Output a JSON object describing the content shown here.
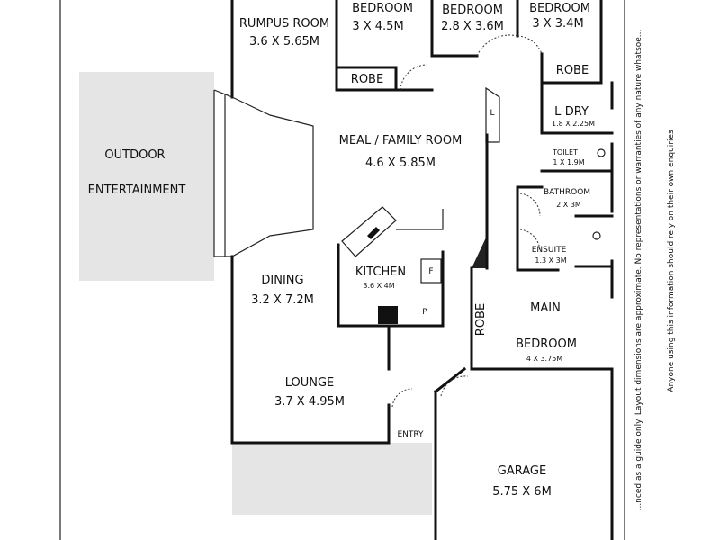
{
  "rooms": {
    "rumpus": {
      "name": "RUMPUS ROOM",
      "dims": "3.6 X 5.65M"
    },
    "bedroom1": {
      "name": "BEDROOM",
      "dims": "3 X 4.5M"
    },
    "bedroom2": {
      "name": "BEDROOM",
      "dims": "2.8 X 3.6M"
    },
    "bedroom3": {
      "name": "BEDROOM",
      "dims": "3 X 3.4M"
    },
    "robe1": {
      "name": "ROBE"
    },
    "robe2": {
      "name": "ROBE"
    },
    "robe3": {
      "name": "ROBE"
    },
    "laundry": {
      "name": "L-DRY",
      "dims": "1.8 X 2.25M"
    },
    "toilet": {
      "name": "TOILET",
      "dims": "1 X 1.9M"
    },
    "bathroom": {
      "name": "BATHROOM",
      "dims": "2 X 3M"
    },
    "ensuite": {
      "name": "ENSUITE",
      "dims": "1.3 X 3M"
    },
    "meal": {
      "name": "MEAL / FAMILY ROOM",
      "dims": "4.6 X 5.85M"
    },
    "outdoor": {
      "name1": "OUTDOOR",
      "name2": "ENTERTAINMENT"
    },
    "dining": {
      "name": "DINING",
      "dims": "3.2 X 7.2M"
    },
    "kitchen": {
      "name": "KITCHEN",
      "dims": "3.6 X 4M"
    },
    "main_bed": {
      "name1": "MAIN",
      "name2": "BEDROOM",
      "dims": "4 X 3.75M"
    },
    "lounge": {
      "name": "LOUNGE",
      "dims": "3.7 X 4.95M"
    },
    "entry": {
      "name": "ENTRY"
    },
    "garage": {
      "name": "GARAGE",
      "dims": "5.75 X 6M"
    }
  },
  "fixtures": {
    "fridge": "F",
    "pantry": "P",
    "linen": "L"
  },
  "disclaimer": {
    "line1": "...nced as a guide only. Layout dimensions are approximate. No representations or warranties of any nature whatsoe...",
    "line2": "Anyone using this information should rely on their own enquiries"
  }
}
